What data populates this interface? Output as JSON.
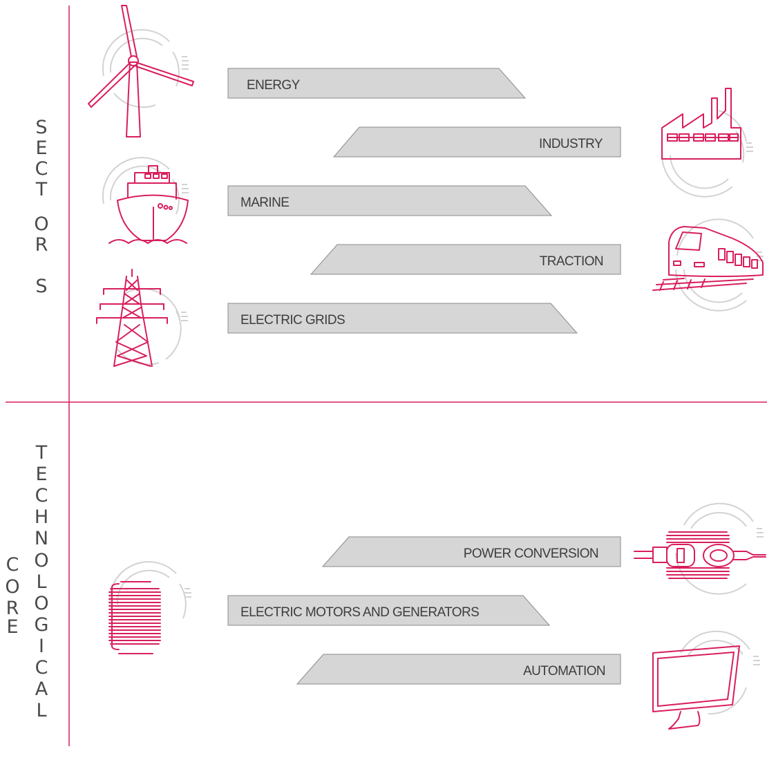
{
  "colors": {
    "accent": "#d81e5b",
    "ribbon_fill": "#d6d6d6",
    "ribbon_stroke": "#8a8a8a",
    "deco_ring": "#cfcfcf",
    "text": "#3c3c3c"
  },
  "headings": {
    "sectors": [
      "S",
      "E",
      "C",
      "T",
      "O",
      "R",
      "S"
    ],
    "core": [
      "C",
      "O",
      "R",
      "E"
    ],
    "technological": [
      "T",
      "E",
      "C",
      "H",
      "N",
      "O",
      "L",
      "O",
      "G",
      "I",
      "C",
      "A",
      "L"
    ]
  },
  "sectors": [
    {
      "key": "energy",
      "label": "ENERGY",
      "icon": "wind-turbine-icon"
    },
    {
      "key": "industry",
      "label": "INDUSTRY",
      "icon": "factory-icon"
    },
    {
      "key": "marine",
      "label": "MARINE",
      "icon": "ship-icon"
    },
    {
      "key": "traction",
      "label": "TRACTION",
      "icon": "train-icon"
    },
    {
      "key": "electric_grids",
      "label": "ELECTRIC GRIDS",
      "icon": "power-pylon-icon"
    }
  ],
  "core": [
    {
      "key": "power_conversion",
      "label": "POWER CONVERSION",
      "icon": "power-converter-icon"
    },
    {
      "key": "electric_motors",
      "label": "ELECTRIC MOTORS AND GENERATORS",
      "icon": "coil-icon"
    },
    {
      "key": "automation",
      "label": "AUTOMATION",
      "icon": "monitor-icon"
    }
  ]
}
